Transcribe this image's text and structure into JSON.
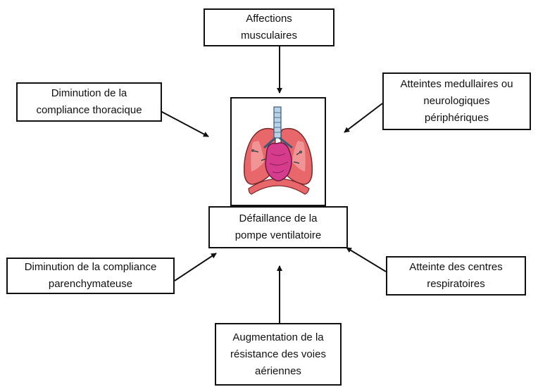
{
  "boxes": {
    "top": "Affections\nmusculaires",
    "top_left": "Diminution de la\ncompliance thoracique",
    "top_right": "Atteintes medullaires ou\nneurologiques\npériphériques",
    "center": "Défaillance de la\npompe ventilatoire",
    "bottom_left": "Diminution de la compliance\nparenchymateuse",
    "bottom_right": "Atteinte des centres\nrespiratoires",
    "bottom": "Augmentation de la\nrésistance des voies\naériennes"
  },
  "colors": {
    "lung": "#e8676a",
    "lung_light": "#f4a8a8",
    "heart": "#d63c8c",
    "trachea": "#b9d3e6"
  },
  "icons": {
    "lungs_illustration": "lungs-icon"
  }
}
